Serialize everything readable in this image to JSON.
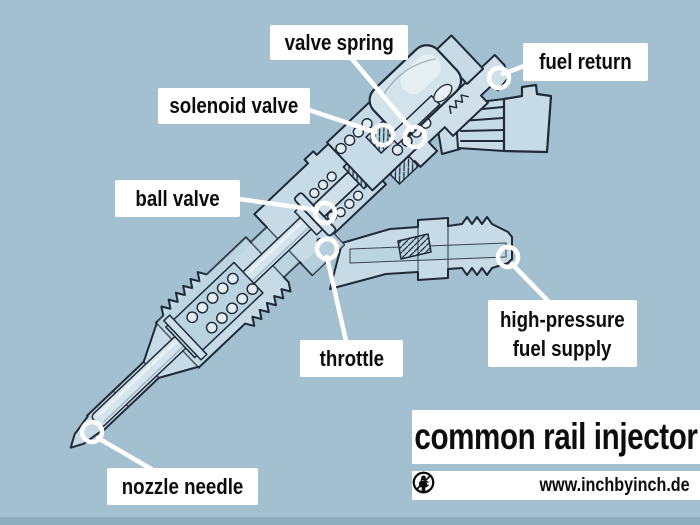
{
  "colors": {
    "background": "#a2c0d0",
    "background_bottom_strip": "#8dadbf",
    "ink": "#1f2937",
    "body_fill": "#c6dbe6",
    "body_fill_light": "#d3e3ec",
    "body_fill_shade": "#b0cdda",
    "highlight": "#e9f2f6",
    "label_background": "#ffffff",
    "label_text": "#0d0d0d",
    "callout_line": "#ffffff"
  },
  "labels": {
    "valve_spring": "valve spring",
    "fuel_return": "fuel return",
    "solenoid_valve": "solenoid valve",
    "ball_valve": "ball valve",
    "throttle": "throttle",
    "high_pressure_line1": "high-pressure",
    "high_pressure_line2": "fuel supply",
    "nozzle_needle": "nozzle needle"
  },
  "title": "common rail injector",
  "footer": {
    "website": "www.inchbyinch.de",
    "license_icons": [
      "cc-icon",
      "attribution-icon",
      "non-commercial-icon"
    ]
  }
}
